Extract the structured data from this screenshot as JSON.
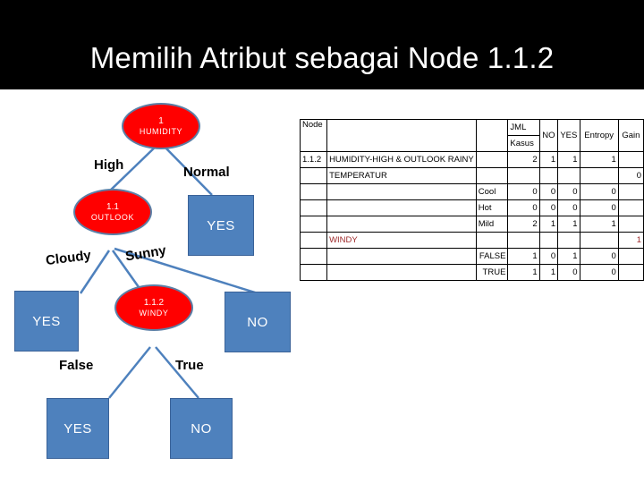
{
  "slide": {
    "title": "Memilih Atribut sebagai Node 1.1.2",
    "band_color": "#000000",
    "title_color": "#FFFFFF"
  },
  "colors": {
    "node_fill": "#FF0000",
    "node_border": "#5B7FA6",
    "leaf_fill": "#4E81BD",
    "leaf_border": "#3A6298",
    "edge_stroke": "#4E81BD",
    "highlight_text": "#9E2A2B"
  },
  "tree": {
    "nodes": [
      {
        "name": "root-node",
        "id": "1",
        "attribute": "HUMIDITY"
      },
      {
        "name": "node-1-1",
        "id": "1.1",
        "attribute": "OUTLOOK"
      },
      {
        "name": "node-1-1-2",
        "id": "1.1.2",
        "attribute": "WINDY"
      }
    ],
    "leaves": [
      {
        "name": "leaf-normal-yes",
        "label": "YES"
      },
      {
        "name": "leaf-cloudy-yes",
        "label": "YES"
      },
      {
        "name": "leaf-rainy-no",
        "label": "NO"
      },
      {
        "name": "leaf-false-yes",
        "label": "YES"
      },
      {
        "name": "leaf-true-no",
        "label": "NO"
      }
    ],
    "edge_labels": [
      {
        "name": "edge-label-high",
        "text": "High"
      },
      {
        "name": "edge-label-normal",
        "text": "Normal"
      },
      {
        "name": "edge-label-cloudy",
        "text": "Cloudy"
      },
      {
        "name": "edge-label-sunny",
        "text": "Sunny"
      },
      {
        "name": "edge-label-false",
        "text": "False"
      },
      {
        "name": "edge-label-true",
        "text": "True"
      }
    ]
  },
  "table": {
    "headers": {
      "node": "Node",
      "desc": "",
      "value": "",
      "jml_line1": "JML",
      "jml_line2": "Kasus",
      "no": "NO",
      "yes": "YES",
      "entropy": "Entropy",
      "gain": "Gain"
    },
    "rows": [
      {
        "name": "row-node-1-1-2",
        "node": "1.1.2",
        "desc": "HUMIDITY-HIGH & OUTLOOK RAINY",
        "value": "",
        "jml": "2",
        "no": "1",
        "yes": "1",
        "entropy": "1",
        "gain": "",
        "highlight": false
      },
      {
        "name": "row-temperatur",
        "node": "",
        "desc": "TEMPERATUR",
        "value": "",
        "jml": "",
        "no": "",
        "yes": "",
        "entropy": "",
        "gain": "0",
        "highlight": false
      },
      {
        "name": "row-cool",
        "node": "",
        "desc": "",
        "value": "Cool",
        "jml": "0",
        "no": "0",
        "yes": "0",
        "entropy": "0",
        "gain": "",
        "highlight": false
      },
      {
        "name": "row-hot",
        "node": "",
        "desc": "",
        "value": "Hot",
        "jml": "0",
        "no": "0",
        "yes": "0",
        "entropy": "0",
        "gain": "",
        "highlight": false
      },
      {
        "name": "row-mild",
        "node": "",
        "desc": "",
        "value": "Mild",
        "jml": "2",
        "no": "1",
        "yes": "1",
        "entropy": "1",
        "gain": "",
        "highlight": false
      },
      {
        "name": "row-windy",
        "node": "",
        "desc": "WINDY",
        "value": "",
        "jml": "",
        "no": "",
        "yes": "",
        "entropy": "",
        "gain": "1",
        "highlight": true
      },
      {
        "name": "row-false",
        "node": "",
        "desc": "",
        "value": "FALSE",
        "jml": "1",
        "no": "0",
        "yes": "1",
        "entropy": "0",
        "gain": "",
        "highlight": false
      },
      {
        "name": "row-true",
        "node": "",
        "desc": "",
        "value": "TRUE",
        "jml": "1",
        "no": "1",
        "yes": "0",
        "entropy": "0",
        "gain": "",
        "highlight": false
      }
    ]
  }
}
